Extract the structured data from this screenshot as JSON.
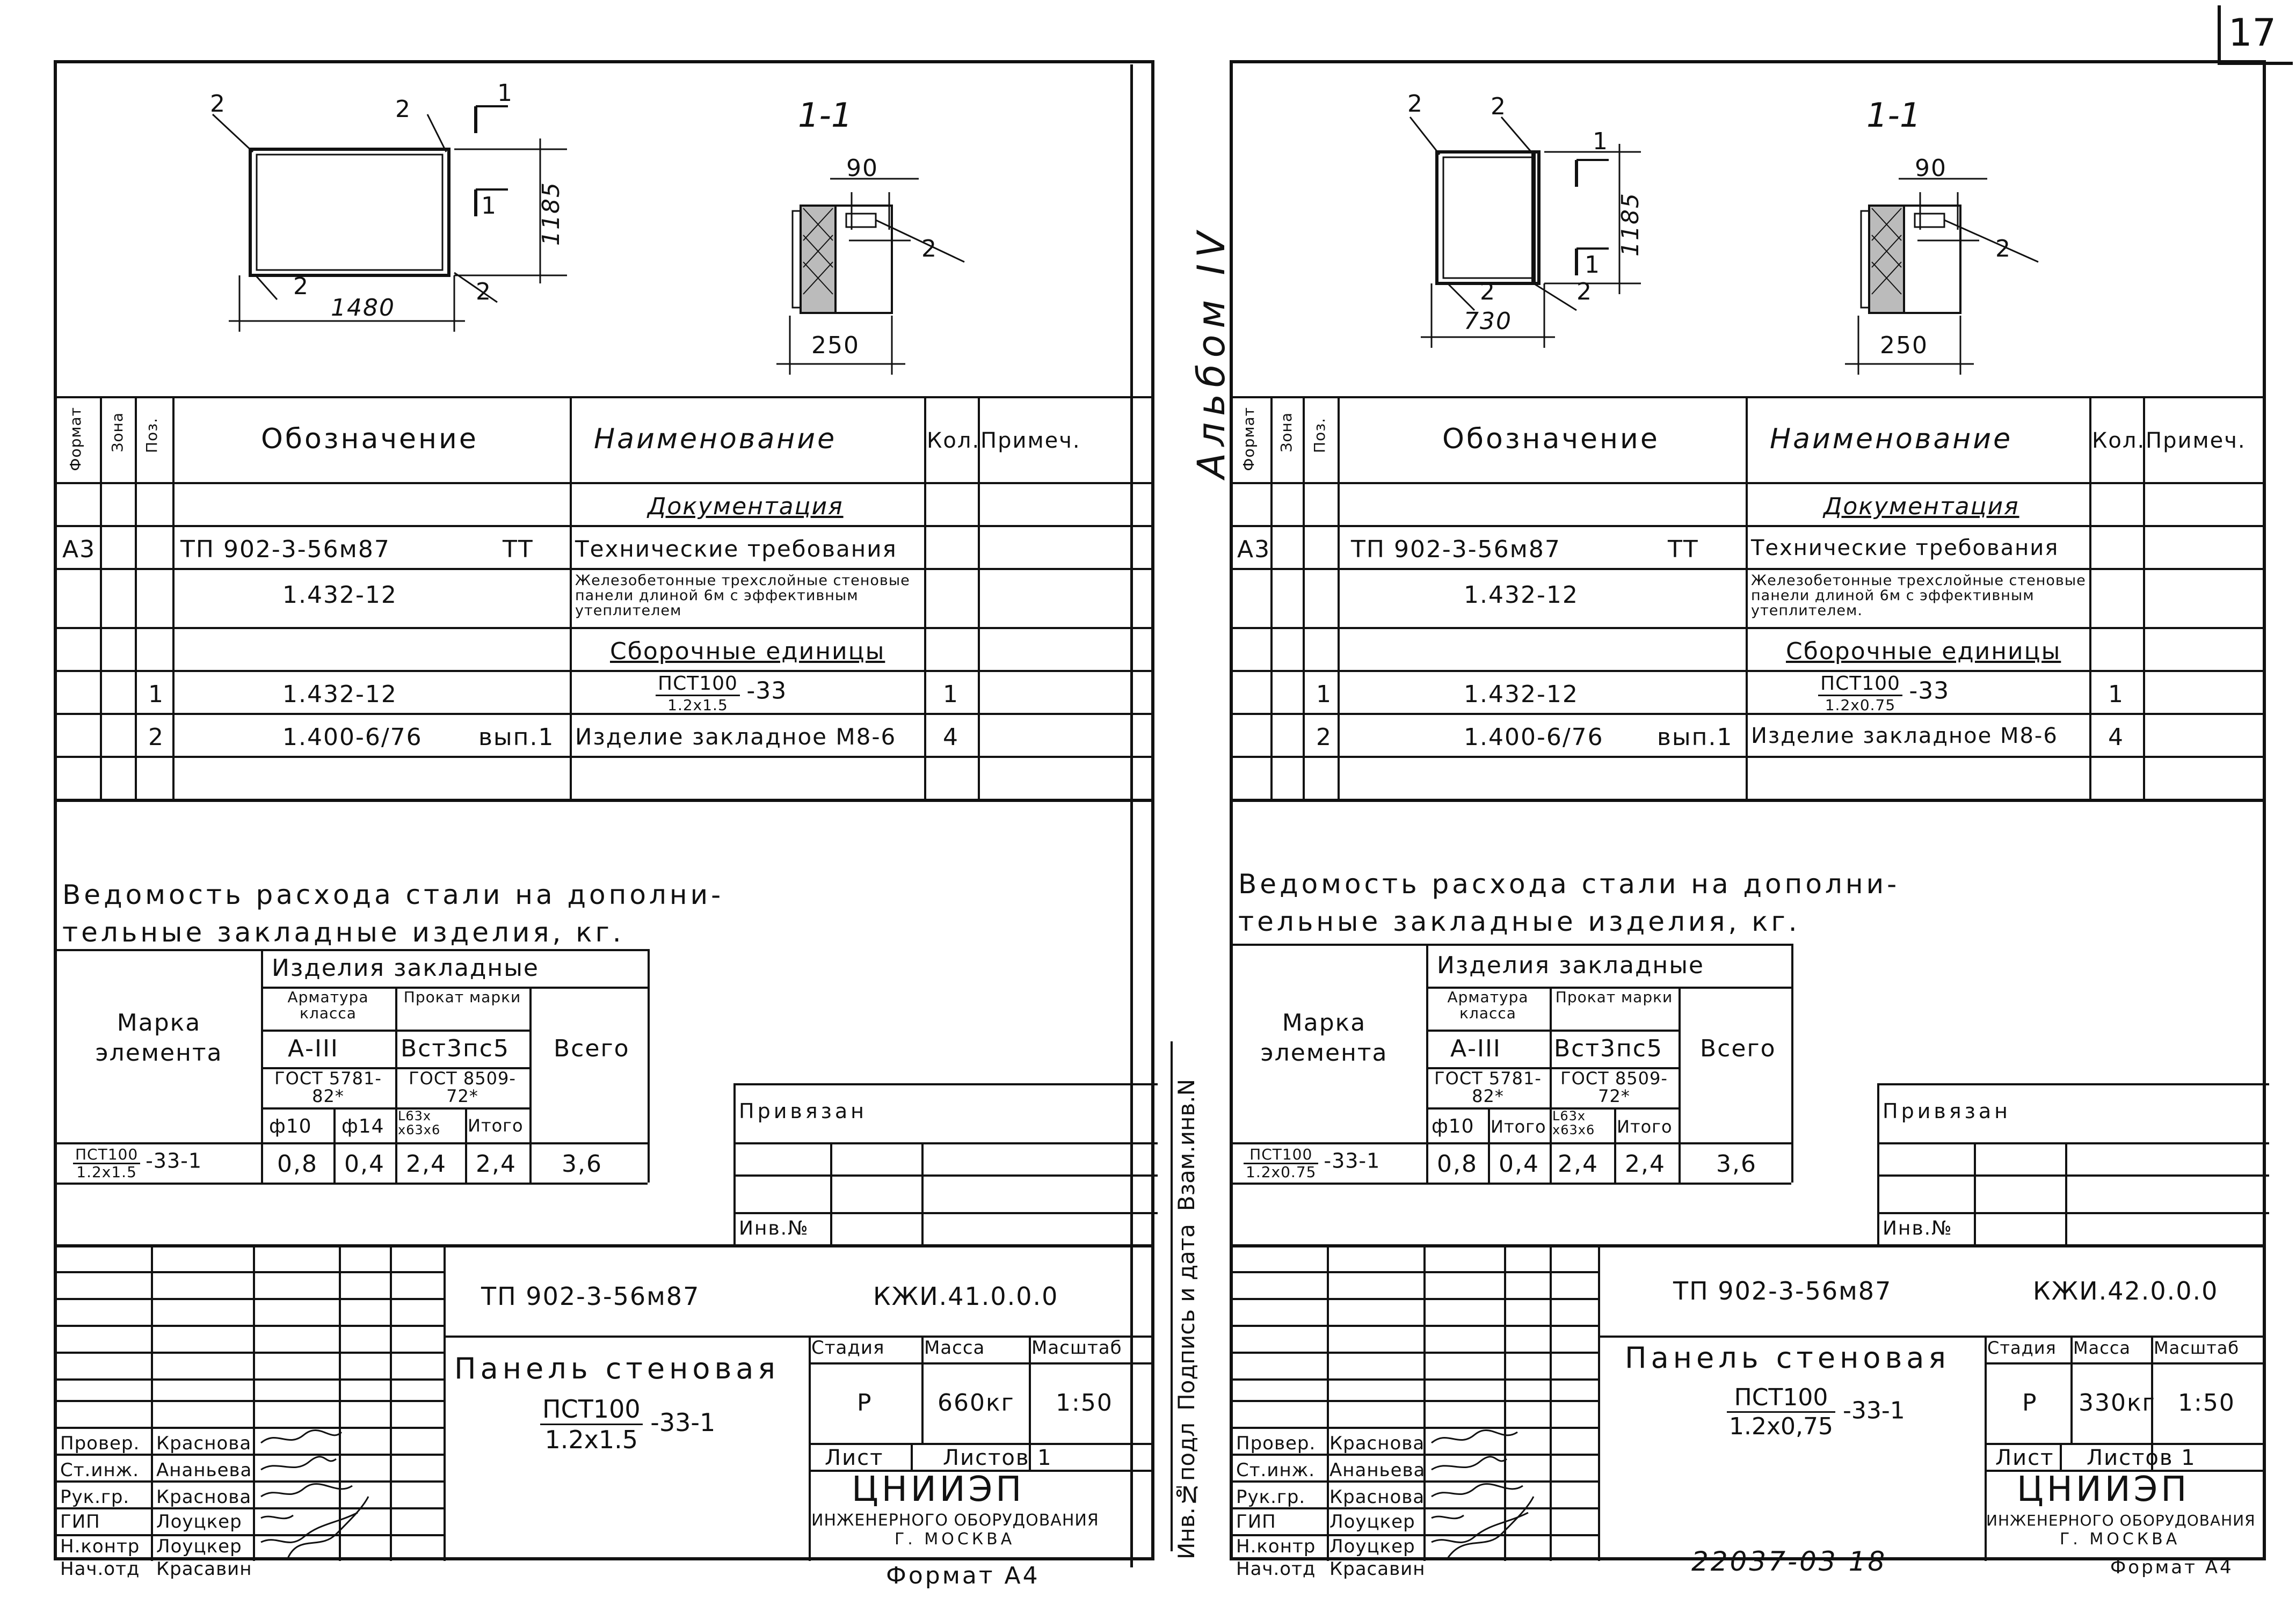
{
  "page_number": "17",
  "album_label": "Альбом IV",
  "side_labels": {
    "inv_podl": "Инв.№подл",
    "podpis_data": "Подпись и дата",
    "vzam_inv": "Взам.инв.N"
  },
  "common": {
    "section_label": "1-1",
    "callout_section": "1",
    "pos_label": "2",
    "dim_90": "90",
    "dim_250": "250",
    "spec_headers": {
      "format": "Формат",
      "zona": "Зона",
      "poz": "Поз.",
      "oboznachenie": "Обозначение",
      "naimenovanie": "Наименование",
      "kol": "Кол.",
      "primech": "Примеч."
    },
    "steel_title_1": "Ведомость расхода стали на дополни-",
    "steel_title_2": "тельные закладные изделия, кг.",
    "steel_headers": {
      "marka": "Марка элемента",
      "izdeliya": "Изделия закладные",
      "armatura": "Арматура класса",
      "prokat": "Прокат марки",
      "vsego": "Всего",
      "a3": "А-III",
      "vst": "Вст3пс5",
      "gost1": "ГОСТ 5781-82*",
      "gost2": "ГОСТ 8509-72*",
      "d10": "ф10",
      "itogo": "Итого",
      "angle": "L63x x63x6"
    },
    "privyazan": "Привязан",
    "inv_no": "Инв.№",
    "title_designation": "ТП 902-3-56м87",
    "panel_name": "Панель стеновая",
    "stage_headers": [
      "Стадия",
      "Масса",
      "Масштаб"
    ],
    "stage": "Р",
    "scale": "1:50",
    "list_label": "Лист",
    "listov_label": "Листов 1",
    "org_name": "ЦНИИЭП",
    "org_sub": "инженерного оборудования",
    "org_city": "г. Москва",
    "staff_roles": [
      "Провер.",
      "Ст.инж.",
      "Рук.гр.",
      "ГИП",
      "Н.контр",
      "Нач.отд"
    ],
    "staff_names": [
      "Краснова",
      "Ананьева",
      "Краснова",
      "Лоуцкер",
      "Лоуцкер",
      "Красавин"
    ]
  },
  "sheets": [
    {
      "id": "left",
      "width_dim": "1480",
      "height_dim": "1185",
      "spec_rows": [
        {
          "format": "",
          "zona": "",
          "poz": "",
          "oboz": "",
          "naim": "Документация",
          "kol": "",
          "note": ""
        },
        {
          "format": "А3",
          "zona": "",
          "poz": "",
          "oboz": "ТП 902-3-56м87",
          "tt": "ТТ",
          "naim": "Технические требования",
          "kol": "",
          "note": ""
        },
        {
          "format": "",
          "zona": "",
          "poz": "",
          "oboz": "1.432-12",
          "naim": "Железобетонные трехслойные стеновые панели длиной 6м с эффективным утеплителем",
          "kol": "",
          "note": ""
        },
        {
          "format": "",
          "zona": "",
          "poz": "",
          "oboz": "",
          "naim": "Сборочные единицы",
          "kol": "",
          "note": ""
        },
        {
          "format": "",
          "zona": "",
          "poz": "1",
          "oboz": "1.432-12",
          "naim_num": "ПСТ100",
          "naim_den": "1.2x1.5",
          "naim_suffix": "-33",
          "kol": "1",
          "note": ""
        },
        {
          "format": "",
          "zona": "",
          "poz": "2",
          "oboz": "1.400-6/76",
          "vyp": "вып.1",
          "naim": "Изделие закладное М8-6",
          "kol": "4",
          "note": ""
        }
      ],
      "steel_cols": [
        "ф10",
        "ф14",
        "L63x x63x6",
        "Итого"
      ],
      "steel_row": {
        "mark_num": "ПСТ100",
        "mark_den": "1.2x1.5",
        "mark_suffix": "-33-1",
        "values": [
          "0,8",
          "0,4",
          "2,4",
          "2,4"
        ],
        "total": "3,6"
      },
      "doc_code": "КЖИ.41.0.0.0",
      "panel_num": "ПСТ100",
      "panel_den": "1.2x1.5",
      "panel_suffix": "-33-1",
      "mass": "660кг",
      "format_label": "Формат А4",
      "archive_no": ""
    },
    {
      "id": "right",
      "width_dim": "730",
      "height_dim": "1185",
      "spec_rows": [
        {
          "format": "",
          "zona": "",
          "poz": "",
          "oboz": "",
          "naim": "Документация",
          "kol": "",
          "note": ""
        },
        {
          "format": "А3",
          "zona": "",
          "poz": "",
          "oboz": "ТП 902-3-56м87",
          "tt": "ТТ",
          "naim": "Технические требования",
          "kol": "",
          "note": ""
        },
        {
          "format": "",
          "zona": "",
          "poz": "",
          "oboz": "1.432-12",
          "naim": "Железобетонные трехслойные стеновые панели длиной 6м с эффективным утеплителем.",
          "kol": "",
          "note": ""
        },
        {
          "format": "",
          "zona": "",
          "poz": "",
          "oboz": "",
          "naim": "Сборочные единицы",
          "kol": "",
          "note": ""
        },
        {
          "format": "",
          "zona": "",
          "poz": "1",
          "oboz": "1.432-12",
          "naim_num": "ПСТ100",
          "naim_den": "1.2x0.75",
          "naim_suffix": "-33",
          "kol": "1",
          "note": ""
        },
        {
          "format": "",
          "zona": "",
          "poz": "2",
          "oboz": "1.400-6/76",
          "vyp": "вып.1",
          "naim": "Изделие закладное М8-6",
          "kol": "4",
          "note": ""
        }
      ],
      "steel_cols": [
        "ф10",
        "Итого",
        "L63x x63x6",
        "Итого"
      ],
      "steel_row": {
        "mark_num": "ПСТ100",
        "mark_den": "1.2x0.75",
        "mark_suffix": "-33-1",
        "values": [
          "0,8",
          "0,4",
          "2,4",
          "2,4"
        ],
        "total": "3,6"
      },
      "doc_code": "КЖИ.42.0.0.0",
      "panel_num": "ПСТ100",
      "panel_den": "1.2x0,75",
      "panel_suffix": "-33-1",
      "mass": "330кг",
      "format_label": "Формат А4",
      "archive_no": "22037-03  18"
    }
  ]
}
